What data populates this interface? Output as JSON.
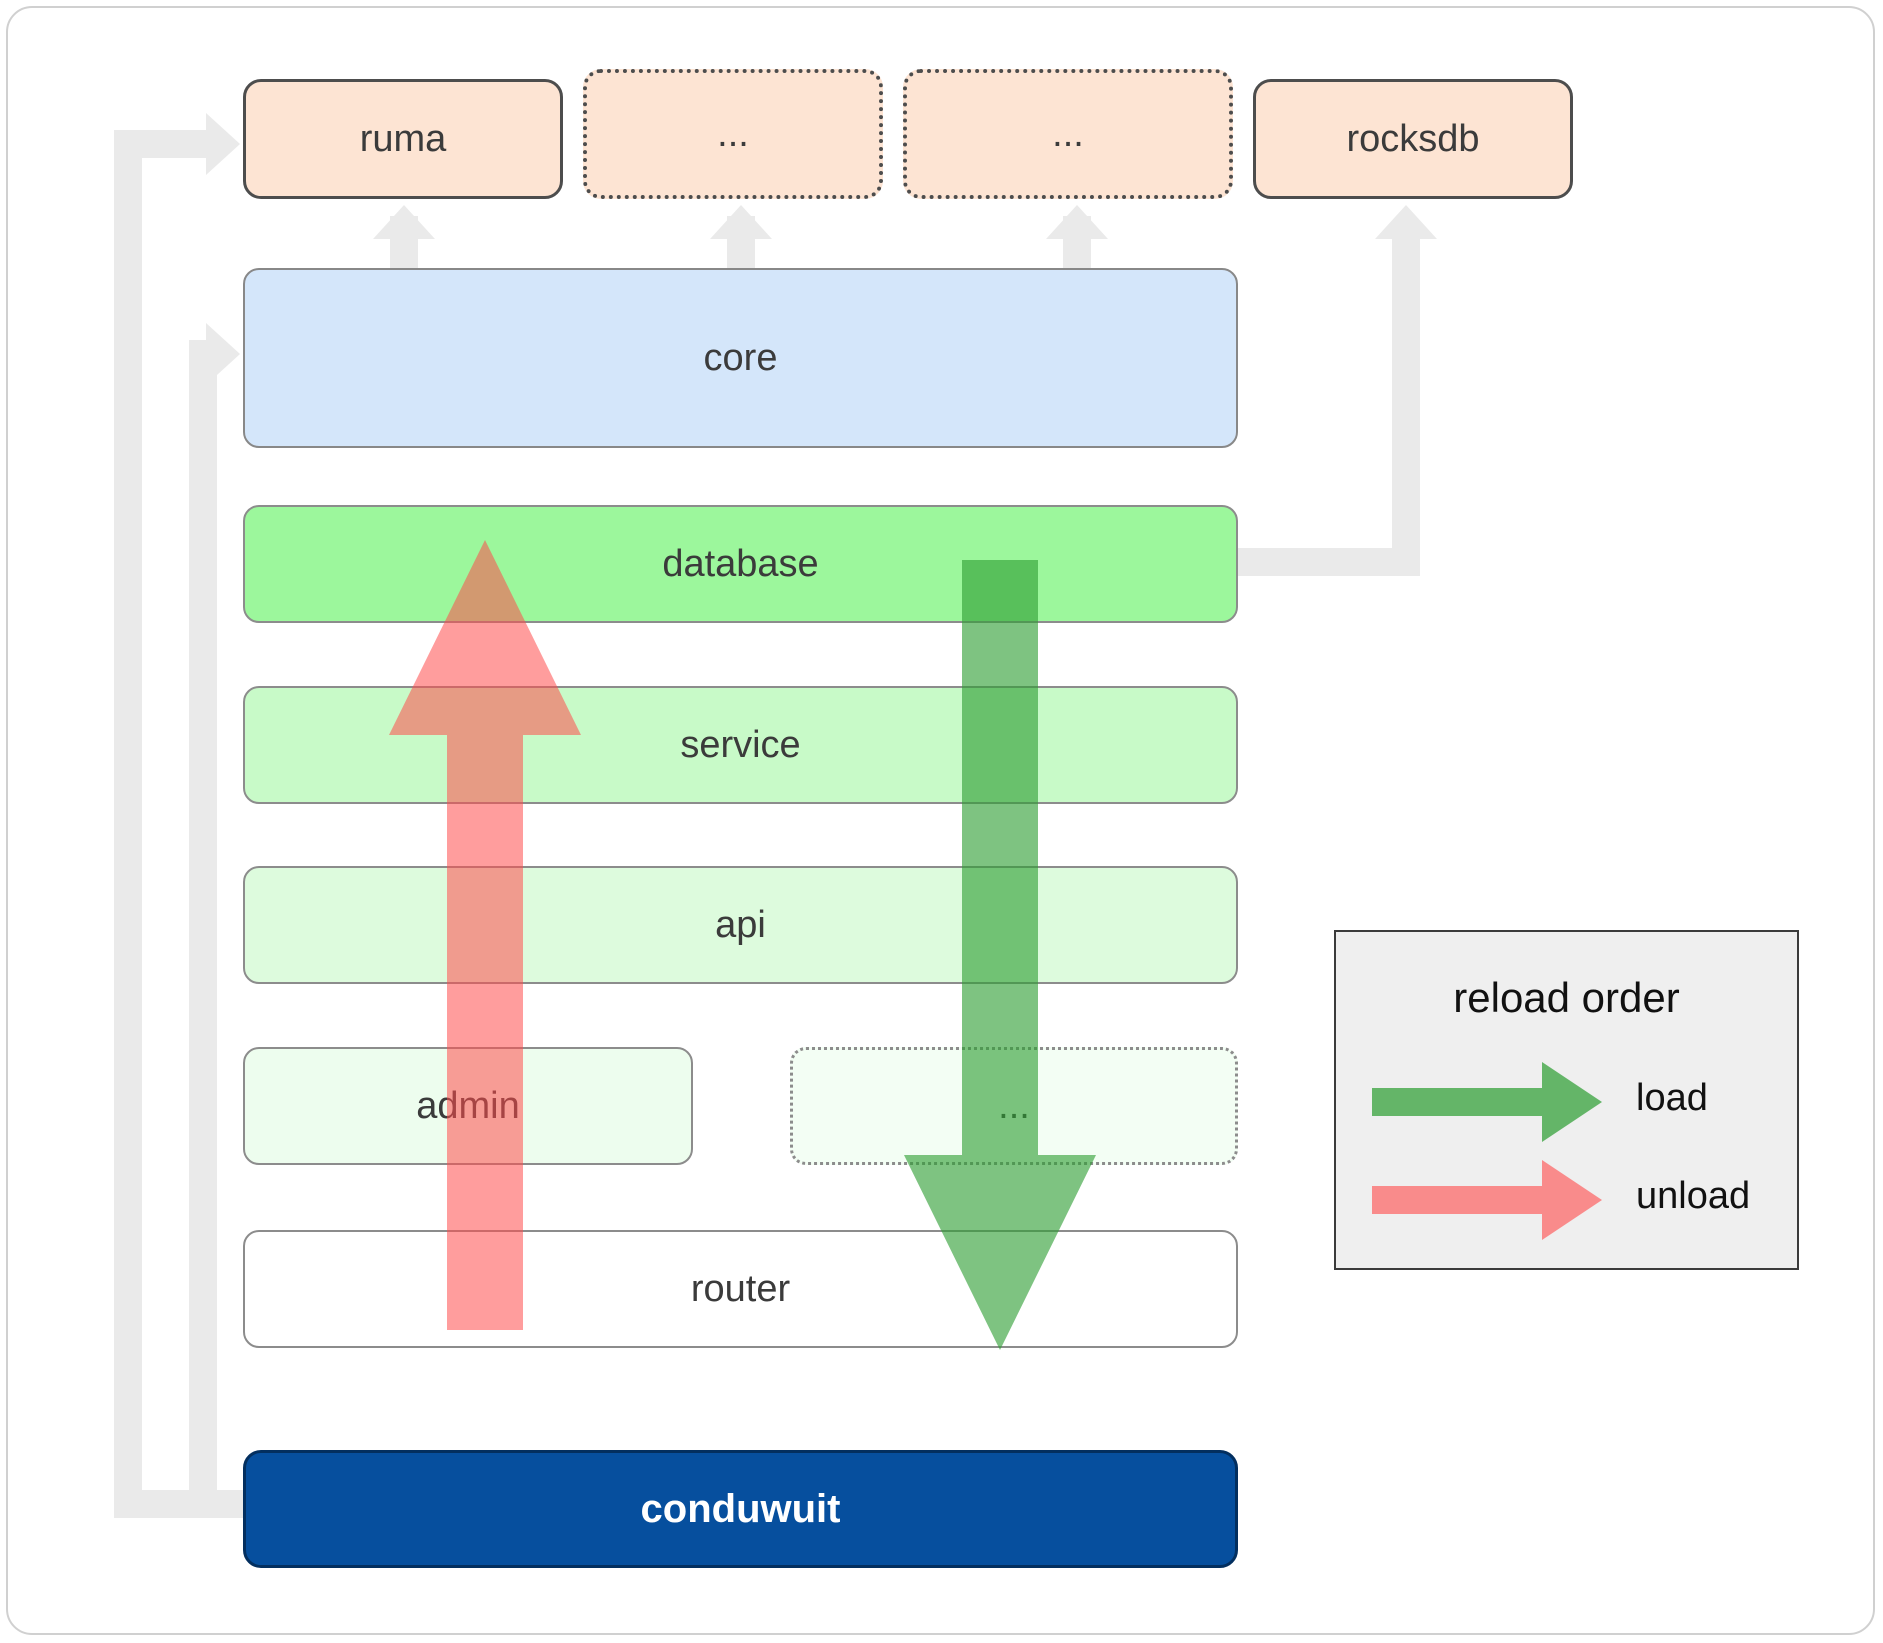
{
  "diagram": {
    "title": "conduwuit crate architecture / reload order",
    "external": [
      {
        "label": "ruma",
        "style": "solid"
      },
      {
        "label": "...",
        "style": "dotted"
      },
      {
        "label": "...",
        "style": "dotted"
      },
      {
        "label": "rocksdb",
        "style": "solid"
      }
    ],
    "core": {
      "label": "core"
    },
    "layers": [
      {
        "label": "database",
        "style": "solid"
      },
      {
        "label": "service",
        "style": "solid"
      },
      {
        "label": "api",
        "style": "solid"
      },
      {
        "label": "admin",
        "style": "solid"
      },
      {
        "label": "...",
        "style": "dotted"
      },
      {
        "label": "router",
        "style": "solid"
      }
    ],
    "app": {
      "label": "conduwuit"
    }
  },
  "legend": {
    "title": "reload order",
    "items": [
      {
        "label": "load",
        "color": "#4caf50"
      },
      {
        "label": "unload",
        "color": "#fa8080"
      }
    ]
  },
  "colors": {
    "external_fill": "#fde4d3",
    "core_fill": "#d4e6fa",
    "database_fill": "#9cf79c",
    "service_fill": "#c8fac8",
    "api_fill": "#ddfbdd",
    "admin_fill": "#edfdee",
    "ellipsis_fill": "#f3fef4",
    "router_fill": "#ffffff",
    "app_fill": "#064f9e",
    "connector": "#eaeaea",
    "load_arrow": "#4caf50",
    "unload_arrow": "#fa8080",
    "legend_bg": "#efefef"
  }
}
